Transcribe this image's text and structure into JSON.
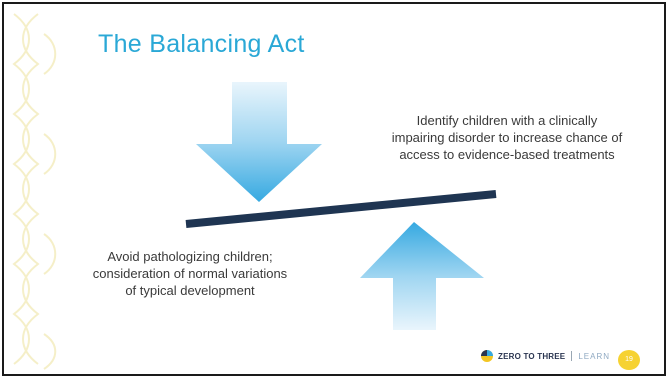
{
  "slide": {
    "title": "The Balancing Act",
    "right_text": "Identify children with a clinically impairing disorder to increase chance of access to evidence-based treatments",
    "left_text": "Avoid pathologizing children; consideration of normal variations of typical development"
  },
  "footer": {
    "logo_word": "ZERO TO THREE",
    "logo_learn": "LEARN",
    "page_number": "19"
  },
  "colors": {
    "title": "#2aa8d6",
    "arrow_light": "#e9f5fc",
    "arrow_dark": "#36a9e1",
    "beam": "#1f3552",
    "badge": "#f6d232",
    "decoration": "#f5efc8"
  }
}
